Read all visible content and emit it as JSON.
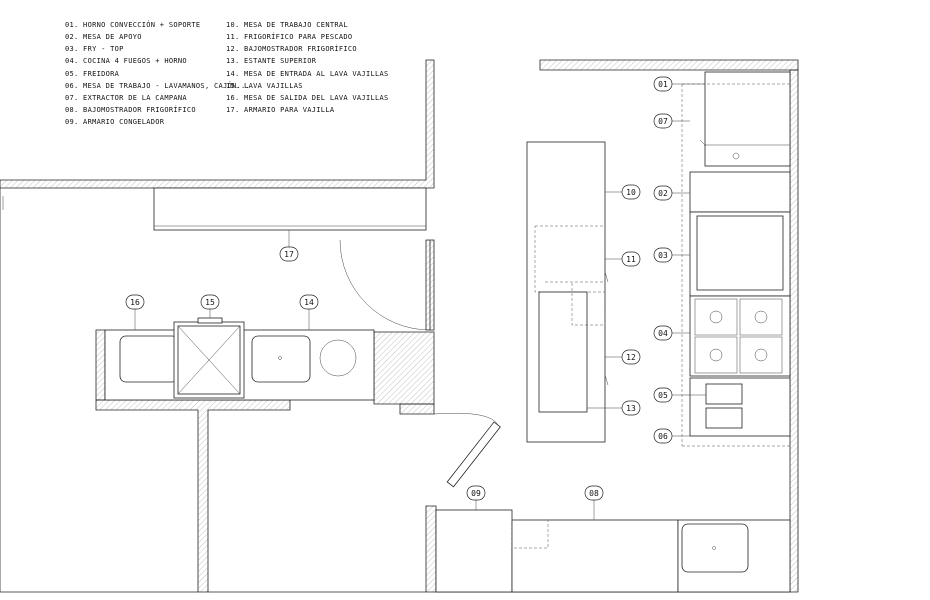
{
  "legend": {
    "column_1": [
      "01. HORNO CONVECCIÓN + SOPORTE",
      "02. MESA DE APOYO",
      "03. FRY - TOP",
      "04. COCINA 4 FUEGOS + HORNO",
      "05. FREIDORA",
      "06. MESA DE TRABAJO - LAVAMANOS, CAJÓN...",
      "07. EXTRACTOR DE LA CAMPANA",
      "08. BAJOMOSTRADOR FRIGORÍFICO",
      "09. ARMARIO CONGELADOR"
    ],
    "column_2": [
      "10. MESA DE TRABAJO CENTRAL",
      "11. FRIGORÍFICO PARA PESCADO",
      "12. BAJOMOSTRADOR FRIGORÍFICO",
      "13. ESTANTE SUPERIOR",
      "14. MESA DE ENTRADA AL LAVA VAJILLAS",
      "15. LAVA VAJILLAS",
      "16. MESA DE SALIDA DEL LAVA VAJILLAS",
      "17. ARMARIO PARA VAJILLA"
    ]
  },
  "tags": {
    "t01": "01",
    "t02": "02",
    "t03": "03",
    "t04": "04",
    "t05": "05",
    "t06": "06",
    "t07": "07",
    "t08": "08",
    "t09": "09",
    "t10": "10",
    "t11": "11",
    "t12": "12",
    "t13": "13",
    "t14": "14",
    "t15": "15",
    "t16": "16",
    "t17": "17"
  }
}
